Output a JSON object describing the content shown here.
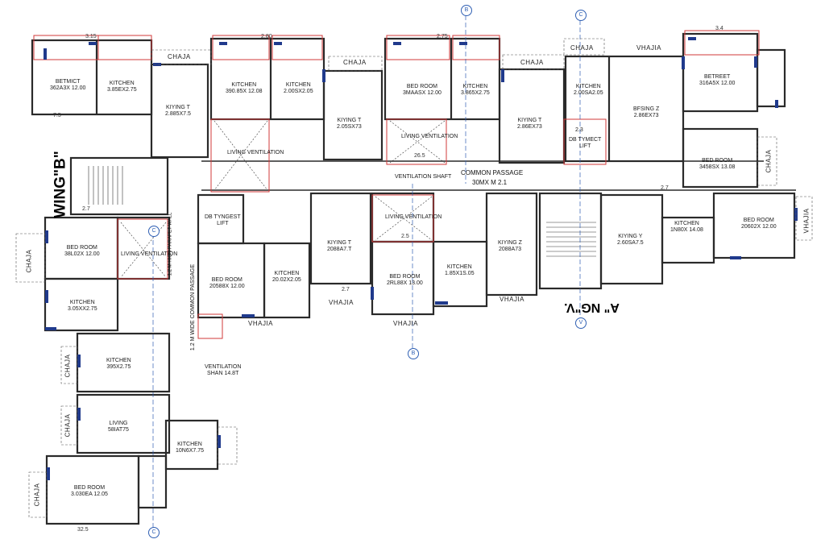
{
  "wings": {
    "b": "WING\"B\"",
    "a": "A\" NG\"V."
  },
  "corridor": {
    "common_passage": "COMMON PASSAGE",
    "common_passage_dim": "30MX M 2.1",
    "side_passage": "1.2 M WIDE COMMON PASSAGE",
    "parapet": "1.2 M HIGH PARAPET WALL"
  },
  "rooms": [
    {
      "name": "BETMICT",
      "dim": "362A3X 12.00"
    },
    {
      "name": "KITCHEN",
      "dim": "3.85EX2.75"
    },
    {
      "name": "KIYING T",
      "dim": "2.885X7.5"
    },
    {
      "name": "KITCHEN",
      "dim": "390.85X 12.08"
    },
    {
      "name": "KITCHEN",
      "dim": "2.00SX2.05"
    },
    {
      "name": "LIVING VENTILATION",
      "dim": ""
    },
    {
      "name": "KIYING T",
      "dim": "2.05SX73"
    },
    {
      "name": "BED ROOM",
      "dim": "3MAASX 12.00"
    },
    {
      "name": "KITCHEN",
      "dim": "3.865X2.75"
    },
    {
      "name": "LIVING VENTILATION",
      "dim": ""
    },
    {
      "name": "KIYING T",
      "dim": "2.86EX73"
    },
    {
      "name": "KITCHEN",
      "dim": "2.00SA2.05"
    },
    {
      "name": "BFSING Z",
      "dim": "2.86EX73"
    },
    {
      "name": "BETREET",
      "dim": "316A5X 12.00"
    },
    {
      "name": "BED ROOM",
      "dim": "3458SX 13.08"
    },
    {
      "name": "BED ROOM",
      "dim": "38L02X 12.00"
    },
    {
      "name": "KITCHEN",
      "dim": "3.05XX2.75"
    },
    {
      "name": "LIVING VENTILATION",
      "dim": ""
    },
    {
      "name": "BED ROOM",
      "dim": "20588X 12.00"
    },
    {
      "name": "KITCHEN",
      "dim": "20.02X2.05"
    },
    {
      "name": "KIYING T",
      "dim": "2088A7.T"
    },
    {
      "name": "LIVING VENTILATION",
      "dim": ""
    },
    {
      "name": "BED ROOM",
      "dim": "2RL88X 13.00"
    },
    {
      "name": "KITCHEN",
      "dim": "1.85X1S.05"
    },
    {
      "name": "KIYING Z",
      "dim": "2088A73"
    },
    {
      "name": "KIYING Y",
      "dim": "2.60SA7.5"
    },
    {
      "name": "KITCHEN",
      "dim": "1N80X 14.08"
    },
    {
      "name": "BED ROOM",
      "dim": "20602X 12.00"
    },
    {
      "name": "KITCHEN",
      "dim": "395X2.75"
    },
    {
      "name": "LIVING",
      "dim": "58IAT75"
    },
    {
      "name": "KITCHEN",
      "dim": "10N6X7.75"
    },
    {
      "name": "BED ROOM",
      "dim": "3.030EA 12.05"
    }
  ],
  "service": [
    {
      "name": "LIFT",
      "dim": "DB TYNGEST"
    },
    {
      "name": "LIFT",
      "dim": "DB TYMECT"
    },
    {
      "name": "LIFT",
      "dim": "2.3"
    },
    {
      "name": "VENTILATION SHAFT",
      "dim": ""
    },
    {
      "name": "VENTILATION",
      "dim": "SHAN 14.8T"
    },
    {
      "name": "LIVING VENTILATION",
      "dim": ""
    }
  ],
  "chaja": [
    {
      "t": "CHAJA"
    },
    {
      "t": "CHAJA"
    },
    {
      "t": "CHAJA"
    },
    {
      "t": "CHAJA"
    },
    {
      "t": "VHAJIA"
    },
    {
      "t": "VHAJIA"
    },
    {
      "t": "VHAJIA"
    },
    {
      "t": "VHAJIA"
    },
    {
      "t": "VHAJIA"
    },
    {
      "t": "CHAJA"
    },
    {
      "t": "CHAJA"
    },
    {
      "t": "CHAJA"
    },
    {
      "t": "CHAJA"
    },
    {
      "t": "CHAJA"
    },
    {
      "t": "VHAJIA"
    }
  ],
  "dims": [
    {
      "t": "3.15"
    },
    {
      "t": "2.80"
    },
    {
      "t": "2.75"
    },
    {
      "t": "3.4"
    },
    {
      "t": "7.5"
    },
    {
      "t": "26.5"
    },
    {
      "t": "2.7"
    },
    {
      "t": "2.7"
    },
    {
      "t": "2.5"
    },
    {
      "t": "2.7"
    },
    {
      "t": "32.5"
    }
  ],
  "grid": [
    {
      "t": "B"
    },
    {
      "t": "C"
    },
    {
      "t": "C"
    },
    {
      "t": "B"
    },
    {
      "t": "V"
    },
    {
      "t": "C"
    }
  ],
  "colors": {
    "wall": "#2a2a2a",
    "red": "#d23a3a",
    "blue": "#2f5fb3",
    "door": "#203a8c",
    "green": "#1e6b2c"
  }
}
